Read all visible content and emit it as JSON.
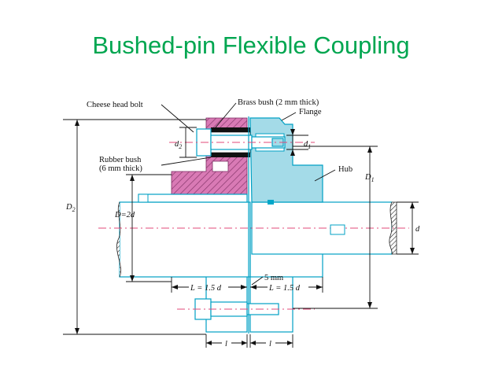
{
  "slide": {
    "title": "Bushed-pin Flexible Coupling",
    "title_color": "#00a650"
  },
  "diagram": {
    "labels": {
      "cheese_head_bolt": "Cheese head bolt",
      "brass_bush": "Brass bush (2 mm thick)",
      "flange": "Flange",
      "rubber_bush_line1": "Rubber bush",
      "rubber_bush_line2": "(6 mm thick)",
      "hub": "Hub",
      "d2": "d",
      "d2_sub": "2",
      "d1": "d",
      "d1_sub": "1",
      "D1": "D",
      "D1_sub": "1",
      "D2": "D",
      "D2_sub": "2",
      "D_eq": "D=2d",
      "d": "d",
      "five_mm": "5 mm",
      "L_left": "L = 1.5 d",
      "L_right": "L = 1.5 d",
      "l_left": "l",
      "l_right": "l"
    },
    "colors": {
      "coupling_outline": "#00a1c4",
      "coupling_fill": "#a4dbe8",
      "rubber_bush_fill": "#d97ab5",
      "centerline": "#e04a7a"
    }
  }
}
